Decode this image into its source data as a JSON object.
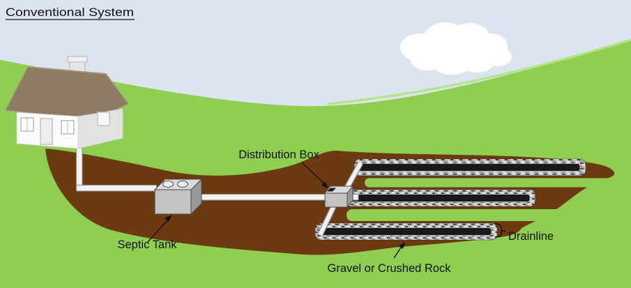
{
  "title": {
    "text": "Conventional System"
  },
  "labels": {
    "septic_tank": "Septic Tank",
    "distribution_box": "Distribution Box",
    "drainline": "Drainline",
    "gravel": "Gravel or Crushed Rock"
  },
  "colors": {
    "sky": "#dce4f0",
    "grass": "#8ecf52",
    "grass_highlight": "#b2e27d",
    "soil": "#6b3a10",
    "cloud": "#ffffff",
    "roof": "#8d7b64",
    "roof_edge": "#a5947c",
    "wall": "#fbfbfb",
    "wall_shade": "#e2e2e2",
    "window_frame": "#b9b9b9",
    "chimney": "#e6e6e6",
    "tank": "#c3c3c3",
    "tank_top": "#dbdbdb",
    "tank_side": "#999999",
    "metal_outline": "#4a4a4a",
    "pipe": "#f2f2f2",
    "pipe_outline": "#909090",
    "gravel_fill": "#b5b5b5",
    "pipe_core": "#191919",
    "label_text": "#111111"
  }
}
